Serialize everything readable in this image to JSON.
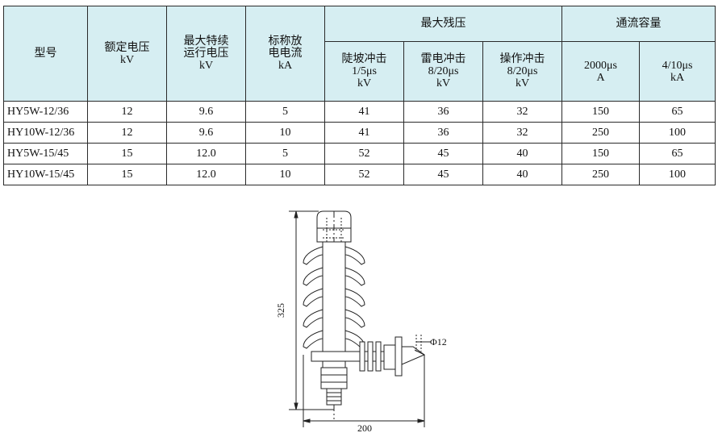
{
  "table": {
    "header": {
      "model": "型号",
      "rated_voltage": {
        "label": "额定电压",
        "unit": "kV"
      },
      "max_continuous": {
        "label1": "最大特续",
        "label2": "运行电压",
        "unit": "kV"
      },
      "nominal_discharge": {
        "label1": "标称放",
        "label2": "电电流",
        "unit": "kA"
      },
      "max_residual": {
        "label": "最大残压",
        "steep": {
          "label": "陡坡冲击",
          "wave": "1/5μs",
          "unit": "kV"
        },
        "lightning": {
          "label": "雷电冲击",
          "wave": "8/20μs",
          "unit": "kV"
        },
        "switching": {
          "label": "操作冲击",
          "wave": "8/20μs",
          "unit": "kV"
        }
      },
      "flow_capacity": {
        "label": "通流容量",
        "long": {
          "wave": "2000μs",
          "unit": "A"
        },
        "short": {
          "wave": "4/10μs",
          "unit": "kA"
        }
      }
    },
    "rows": [
      {
        "model": "HY5W-12/36",
        "rated": "12",
        "mcov": "9.6",
        "nominal": "5",
        "steep": "41",
        "lightning": "36",
        "switching": "32",
        "long": "150",
        "short": "65"
      },
      {
        "model": "HY10W-12/36",
        "rated": "12",
        "mcov": "9.6",
        "nominal": "10",
        "steep": "41",
        "lightning": "36",
        "switching": "32",
        "long": "250",
        "short": "100"
      },
      {
        "model": "HY5W-15/45",
        "rated": "15",
        "mcov": "12.0",
        "nominal": "5",
        "steep": "52",
        "lightning": "45",
        "switching": "40",
        "long": "150",
        "short": "65"
      },
      {
        "model": "HY10W-15/45",
        "rated": "15",
        "mcov": "12.0",
        "nominal": "10",
        "steep": "52",
        "lightning": "45",
        "switching": "40",
        "long": "250",
        "short": "100"
      }
    ]
  },
  "drawing": {
    "height_dim": "325",
    "width_dim": "200",
    "diameter": "Φ12"
  }
}
